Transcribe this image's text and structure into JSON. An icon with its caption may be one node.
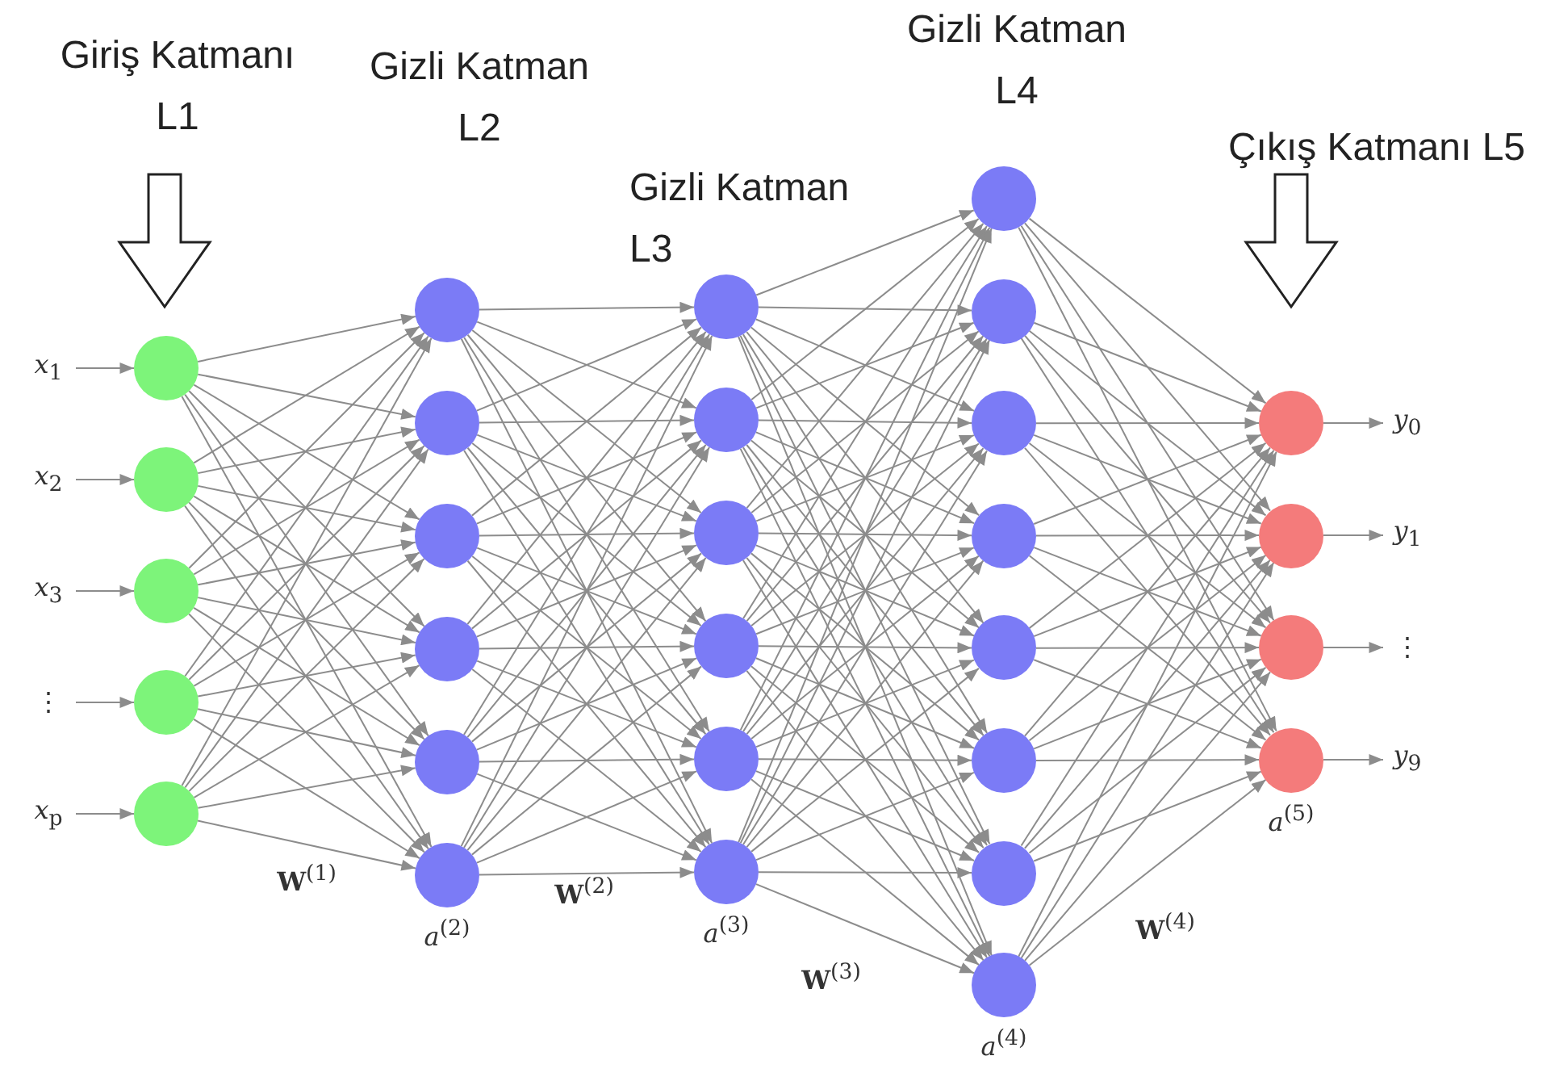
{
  "diagram": {
    "nodes": [
      {
        "text": [
          "*x*$_{1}$"
        ]
      },
      {
        "text": [
          "*x*$_{2}$"
        ]
      },
      {
        "text": [
          "*x*$_{3}$"
        ]
      },
      {
        "text": [
          "⋮"
        ]
      },
      {
        "text": [
          "*x*$_{p}$"
        ]
      },
      {
        "text": [],
        "shape": "circle"
      },
      {
        "text": [],
        "shape": "circle"
      },
      {
        "text": [],
        "shape": "circle"
      },
      {
        "text": [],
        "shape": "circle"
      },
      {
        "text": [],
        "shape": "circle"
      },
      {
        "text": [],
        "shape": "circle"
      },
      {
        "text": [],
        "shape": "circle"
      },
      {
        "text": [],
        "shape": "circle"
      },
      {
        "text": [],
        "shape": "circle"
      },
      {
        "text": [],
        "shape": "circle"
      },
      {
        "text": [],
        "shape": "circle",
        "beside": [
          "*a*$^{(2)}$"
        ]
      },
      {
        "text": [],
        "shape": "circle"
      },
      {
        "text": [],
        "shape": "circle"
      },
      {
        "text": [],
        "shape": "circle"
      },
      {
        "text": [],
        "shape": "circle"
      },
      {
        "text": [],
        "shape": "circle"
      },
      {
        "text": [],
        "shape": "circle",
        "beside": [
          "*a*$^{(3)}$"
        ]
      },
      {
        "text": [],
        "shape": "circle"
      },
      {
        "text": [],
        "shape": "circle"
      },
      {
        "text": [],
        "shape": "circle"
      },
      {
        "text": [],
        "shape": "circle"
      },
      {
        "text": [],
        "shape": "circle"
      },
      {
        "text": [],
        "shape": "circle"
      },
      {
        "text": [],
        "shape": "circle"
      },
      {
        "text": [],
        "shape": "circle",
        "beside": [
          "*a*$^{(4)}$"
        ]
      },
      {
        "text": [],
        "shape": "circle"
      },
      {
        "text": [],
        "shape": "circle"
      },
      {
        "text": [],
        "shape": "circle"
      },
      {
        "text": [],
        "shape": "circle",
        "beside": [
          "*a*$^{(5)}$"
        ]
      },
      {
        "text": [
          "*y*$_{0}$"
        ]
      },
      {
        "text": [
          "*y*$_{1}$"
        ]
      },
      {
        "text": [
          "⋮"
        ]
      },
      {
        "text": [
          "*y*$_{9}$"
        ]
      }
    ],
    "edges": [
      {
        "from": 0,
        "to": 5,
        "arrow": "to"
      },
      {
        "from": 1,
        "to": 6,
        "arrow": "to"
      },
      {
        "from": 2,
        "to": 7,
        "arrow": "to"
      },
      {
        "from": 3,
        "to": 8,
        "arrow": "to"
      },
      {
        "from": 4,
        "to": 9,
        "arrow": "to"
      },
      {
        "from": 5,
        "to": 10,
        "arrow": "to"
      },
      {
        "from": 5,
        "to": 11,
        "arrow": "to"
      },
      {
        "from": 5,
        "to": 12,
        "arrow": "to"
      },
      {
        "from": 5,
        "to": 13,
        "arrow": "to"
      },
      {
        "from": 5,
        "to": 14,
        "arrow": "to"
      },
      {
        "from": 5,
        "to": 15,
        "arrow": "to"
      },
      {
        "from": 6,
        "to": 10,
        "arrow": "to"
      },
      {
        "from": 6,
        "to": 11,
        "arrow": "to"
      },
      {
        "from": 6,
        "to": 12,
        "arrow": "to"
      },
      {
        "from": 6,
        "to": 13,
        "arrow": "to"
      },
      {
        "from": 6,
        "to": 14,
        "arrow": "to"
      },
      {
        "from": 6,
        "to": 15,
        "arrow": "to"
      },
      {
        "from": 7,
        "to": 10,
        "arrow": "to"
      },
      {
        "from": 7,
        "to": 11,
        "arrow": "to"
      },
      {
        "from": 7,
        "to": 12,
        "arrow": "to"
      },
      {
        "from": 7,
        "to": 13,
        "arrow": "to"
      },
      {
        "from": 7,
        "to": 14,
        "arrow": "to"
      },
      {
        "from": 7,
        "to": 15,
        "arrow": "to"
      },
      {
        "from": 8,
        "to": 10,
        "arrow": "to"
      },
      {
        "from": 8,
        "to": 11,
        "arrow": "to"
      },
      {
        "from": 8,
        "to": 12,
        "arrow": "to"
      },
      {
        "from": 8,
        "to": 13,
        "arrow": "to"
      },
      {
        "from": 8,
        "to": 14,
        "arrow": "to"
      },
      {
        "from": 8,
        "to": 15,
        "arrow": "to"
      },
      {
        "from": 9,
        "to": 10,
        "arrow": "to"
      },
      {
        "from": 9,
        "to": 11,
        "arrow": "to"
      },
      {
        "from": 9,
        "to": 12,
        "arrow": "to"
      },
      {
        "from": 9,
        "to": 13,
        "arrow": "to"
      },
      {
        "from": 9,
        "to": 14,
        "arrow": "to"
      },
      {
        "from": 9,
        "to": 15,
        "arrow": "to"
      },
      {
        "from": 10,
        "to": 16,
        "arrow": "to"
      },
      {
        "from": 10,
        "to": 17,
        "arrow": "to"
      },
      {
        "from": 10,
        "to": 18,
        "arrow": "to"
      },
      {
        "from": 10,
        "to": 19,
        "arrow": "to"
      },
      {
        "from": 10,
        "to": 20,
        "arrow": "to"
      },
      {
        "from": 10,
        "to": 21,
        "arrow": "to"
      },
      {
        "from": 11,
        "to": 16,
        "arrow": "to"
      },
      {
        "from": 11,
        "to": 17,
        "arrow": "to"
      },
      {
        "from": 11,
        "to": 18,
        "arrow": "to"
      },
      {
        "from": 11,
        "to": 19,
        "arrow": "to"
      },
      {
        "from": 11,
        "to": 20,
        "arrow": "to"
      },
      {
        "from": 11,
        "to": 21,
        "arrow": "to"
      },
      {
        "from": 12,
        "to": 16,
        "arrow": "to"
      },
      {
        "from": 12,
        "to": 17,
        "arrow": "to"
      },
      {
        "from": 12,
        "to": 18,
        "arrow": "to"
      },
      {
        "from": 12,
        "to": 19,
        "arrow": "to"
      },
      {
        "from": 12,
        "to": 20,
        "arrow": "to"
      },
      {
        "from": 12,
        "to": 21,
        "arrow": "to"
      },
      {
        "from": 13,
        "to": 16,
        "arrow": "to"
      },
      {
        "from": 13,
        "to": 17,
        "arrow": "to"
      },
      {
        "from": 13,
        "to": 18,
        "arrow": "to"
      },
      {
        "from": 13,
        "to": 19,
        "arrow": "to"
      },
      {
        "from": 13,
        "to": 20,
        "arrow": "to"
      },
      {
        "from": 13,
        "to": 21,
        "arrow": "to"
      },
      {
        "from": 14,
        "to": 16,
        "arrow": "to"
      },
      {
        "from": 14,
        "to": 17,
        "arrow": "to"
      },
      {
        "from": 14,
        "to": 18,
        "arrow": "to"
      },
      {
        "from": 14,
        "to": 19,
        "arrow": "to"
      },
      {
        "from": 14,
        "to": 20,
        "arrow": "to"
      },
      {
        "from": 14,
        "to": 21,
        "arrow": "to"
      },
      {
        "from": 15,
        "to": 16,
        "arrow": "to"
      },
      {
        "from": 15,
        "to": 17,
        "arrow": "to"
      },
      {
        "from": 15,
        "to": 18,
        "arrow": "to"
      },
      {
        "from": 15,
        "to": 19,
        "arrow": "to"
      },
      {
        "from": 15,
        "to": 20,
        "arrow": "to"
      },
      {
        "from": 15,
        "to": 21,
        "arrow": "to"
      },
      {
        "from": 16,
        "to": 22,
        "arrow": "to"
      },
      {
        "from": 16,
        "to": 23,
        "arrow": "to"
      },
      {
        "from": 16,
        "to": 24,
        "arrow": "to"
      },
      {
        "from": 16,
        "to": 25,
        "arrow": "to"
      },
      {
        "from": 16,
        "to": 26,
        "arrow": "to"
      },
      {
        "from": 16,
        "to": 27,
        "arrow": "to"
      },
      {
        "from": 16,
        "to": 28,
        "arrow": "to"
      },
      {
        "from": 16,
        "to": 29,
        "arrow": "to"
      },
      {
        "from": 17,
        "to": 22,
        "arrow": "to"
      },
      {
        "from": 17,
        "to": 23,
        "arrow": "to"
      },
      {
        "from": 17,
        "to": 24,
        "arrow": "to"
      },
      {
        "from": 17,
        "to": 25,
        "arrow": "to"
      },
      {
        "from": 17,
        "to": 26,
        "arrow": "to"
      },
      {
        "from": 17,
        "to": 27,
        "arrow": "to"
      },
      {
        "from": 17,
        "to": 28,
        "arrow": "to"
      },
      {
        "from": 17,
        "to": 29,
        "arrow": "to"
      },
      {
        "from": 18,
        "to": 22,
        "arrow": "to"
      },
      {
        "from": 18,
        "to": 23,
        "arrow": "to"
      },
      {
        "from": 18,
        "to": 24,
        "arrow": "to"
      },
      {
        "from": 18,
        "to": 25,
        "arrow": "to"
      },
      {
        "from": 18,
        "to": 26,
        "arrow": "to"
      },
      {
        "from": 18,
        "to": 27,
        "arrow": "to"
      },
      {
        "from": 18,
        "to": 28,
        "arrow": "to"
      },
      {
        "from": 18,
        "to": 29,
        "arrow": "to"
      },
      {
        "from": 19,
        "to": 22,
        "arrow": "to"
      },
      {
        "from": 19,
        "to": 23,
        "arrow": "to"
      },
      {
        "from": 19,
        "to": 24,
        "arrow": "to"
      },
      {
        "from": 19,
        "to": 25,
        "arrow": "to"
      },
      {
        "from": 19,
        "to": 26,
        "arrow": "to"
      },
      {
        "from": 19,
        "to": 27,
        "arrow": "to"
      },
      {
        "from": 19,
        "to": 28,
        "arrow": "to"
      },
      {
        "from": 19,
        "to": 29,
        "arrow": "to"
      },
      {
        "from": 20,
        "to": 22,
        "arrow": "to"
      },
      {
        "from": 20,
        "to": 23,
        "arrow": "to"
      },
      {
        "from": 20,
        "to": 24,
        "arrow": "to"
      },
      {
        "from": 20,
        "to": 25,
        "arrow": "to"
      },
      {
        "from": 20,
        "to": 26,
        "arrow": "to"
      },
      {
        "from": 20,
        "to": 27,
        "arrow": "to"
      },
      {
        "from": 20,
        "to": 28,
        "arrow": "to"
      },
      {
        "from": 20,
        "to": 29,
        "arrow": "to"
      },
      {
        "from": 21,
        "to": 22,
        "arrow": "to"
      },
      {
        "from": 21,
        "to": 23,
        "arrow": "to"
      },
      {
        "from": 21,
        "to": 24,
        "arrow": "to"
      },
      {
        "from": 21,
        "to": 25,
        "arrow": "to"
      },
      {
        "from": 21,
        "to": 26,
        "arrow": "to"
      },
      {
        "from": 21,
        "to": 27,
        "arrow": "to"
      },
      {
        "from": 21,
        "to": 28,
        "arrow": "to"
      },
      {
        "from": 21,
        "to": 29,
        "arrow": "to"
      },
      {
        "from": 22,
        "to": 30,
        "arrow": "to"
      },
      {
        "from": 22,
        "to": 31,
        "arrow": "to"
      },
      {
        "from": 22,
        "to": 32,
        "arrow": "to"
      },
      {
        "from": 22,
        "to": 33,
        "arrow": "to"
      },
      {
        "from": 23,
        "to": 30,
        "arrow": "to"
      },
      {
        "from": 23,
        "to": 31,
        "arrow": "to"
      },
      {
        "from": 23,
        "to": 32,
        "arrow": "to"
      },
      {
        "from": 23,
        "to": 33,
        "arrow": "to"
      },
      {
        "from": 24,
        "to": 30,
        "arrow": "to"
      },
      {
        "from": 24,
        "to": 31,
        "arrow": "to"
      },
      {
        "from": 24,
        "to": 32,
        "arrow": "to"
      },
      {
        "from": 24,
        "to": 33,
        "arrow": "to"
      },
      {
        "from": 25,
        "to": 30,
        "arrow": "to"
      },
      {
        "from": 25,
        "to": 31,
        "arrow": "to"
      },
      {
        "from": 25,
        "to": 32,
        "arrow": "to"
      },
      {
        "from": 25,
        "to": 33,
        "arrow": "to"
      },
      {
        "from": 26,
        "to": 30,
        "arrow": "to"
      },
      {
        "from": 26,
        "to": 31,
        "arrow": "to"
      },
      {
        "from": 26,
        "to": 32,
        "arrow": "to"
      },
      {
        "from": 26,
        "to": 33,
        "arrow": "to"
      },
      {
        "from": 27,
        "to": 30,
        "arrow": "to"
      },
      {
        "from": 27,
        "to": 31,
        "arrow": "to"
      },
      {
        "from": 27,
        "to": 32,
        "arrow": "to"
      },
      {
        "from": 27,
        "to": 33,
        "arrow": "to"
      },
      {
        "from": 28,
        "to": 30,
        "arrow": "to"
      },
      {
        "from": 28,
        "to": 31,
        "arrow": "to"
      },
      {
        "from": 28,
        "to": 32,
        "arrow": "to"
      },
      {
        "from": 28,
        "to": 33,
        "arrow": "to"
      },
      {
        "from": 29,
        "to": 30,
        "arrow": "to"
      },
      {
        "from": 29,
        "to": 31,
        "arrow": "to"
      },
      {
        "from": 29,
        "to": 32,
        "arrow": "to"
      },
      {
        "from": 29,
        "to": 33,
        "arrow": "to"
      },
      {
        "from": 30,
        "to": 34,
        "arrow": "to"
      },
      {
        "from": 31,
        "to": 35,
        "arrow": "to"
      },
      {
        "from": 32,
        "to": 36,
        "arrow": "to"
      },
      {
        "from": 33,
        "to": 37,
        "arrow": "to"
      }
    ],
    "labels": [
      "Giriş Katmanı L1",
      "Gizli Katman L2",
      "Gizli Katman L3",
      "Gizli Katman L4",
      "Çıkış Katmanı L5",
      "**W**$^{(1)}$",
      "**W**$^{(2)}$",
      "**W**$^{(3)}$",
      "**W**$^{(4)}$"
    ]
  }
}
